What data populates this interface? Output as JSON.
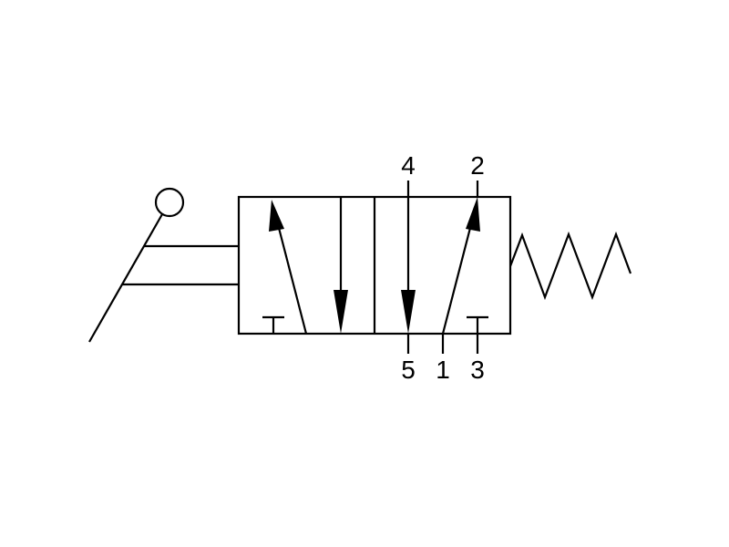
{
  "diagram": {
    "ports": {
      "top_left": "4",
      "top_right": "2",
      "bottom_left": "5",
      "bottom_center": "1",
      "bottom_right": "3"
    },
    "actuator": "roller-lever-icon",
    "return": "spring-icon",
    "colors": {
      "line": "#000000",
      "background": "#ffffff"
    }
  }
}
